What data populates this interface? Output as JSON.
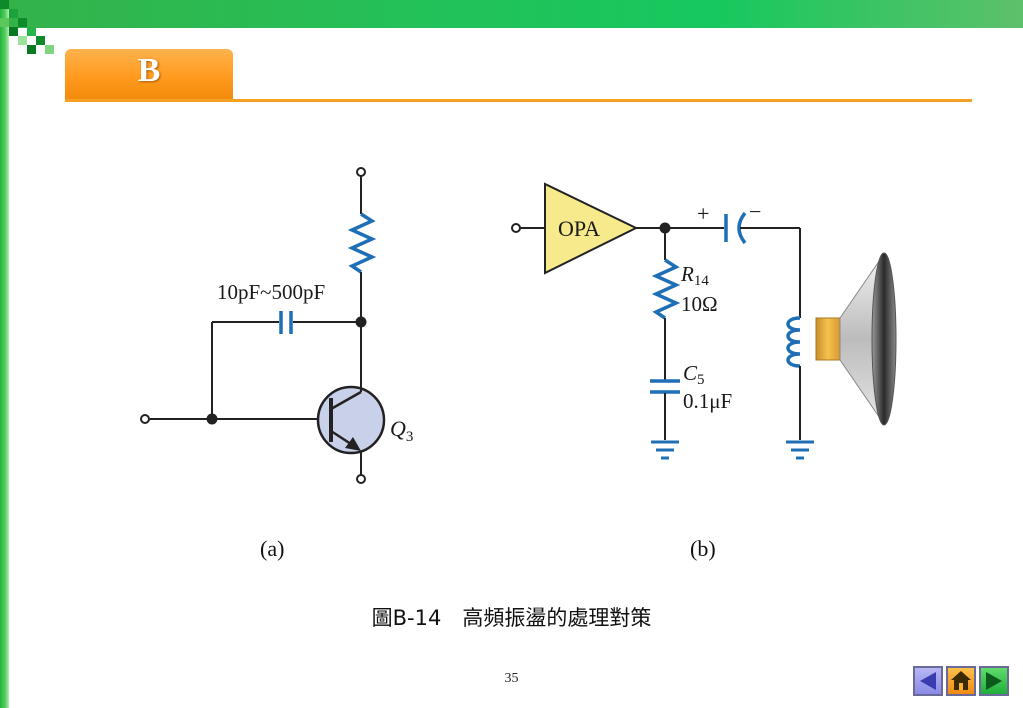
{
  "slide": {
    "section_letter": "B",
    "caption": "圖B-14　高頻振盪的處理對策",
    "page_number": "35"
  },
  "diagram_a": {
    "sublabel": "(a)",
    "capacitor_label": "10pF~500pF",
    "transistor": {
      "name_main": "Q",
      "name_sub": "3"
    }
  },
  "diagram_b": {
    "sublabel": "(b)",
    "opamp_label": "OPA",
    "plus_sign": "+",
    "minus_sign": "−",
    "resistor": {
      "name_main": "R",
      "name_sub": "14",
      "value": "10Ω"
    },
    "capacitor": {
      "name_main": "C",
      "name_sub": "5",
      "value": "0.1μF"
    }
  },
  "colors": {
    "accent_orange": "#ff9a1e",
    "green_bar": "#22c25a",
    "component_blue": "#1f6fb7",
    "wire": "#222222",
    "opamp_fill": "#f6ea8c",
    "transistor_fill": "#c9d0ea",
    "sign_red": "#d9262c"
  },
  "nav": {
    "prev_icon": "left-arrow-icon",
    "home_icon": "home-icon",
    "next_icon": "right-arrow-icon"
  }
}
